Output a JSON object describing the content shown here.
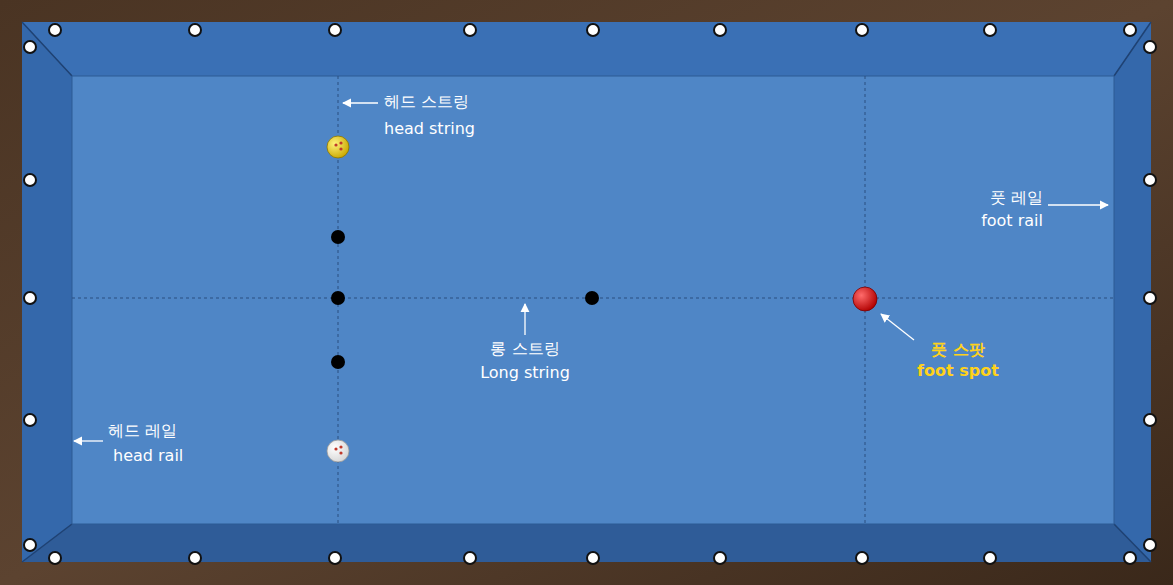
{
  "diagram": {
    "labels": [
      "헤드 스트링",
      "head string",
      "롱 스트링",
      "Long string",
      "헤드 레일",
      "head rail",
      "풋 레일",
      "foot rail",
      "풋 스팟",
      "foot spot"
    ]
  }
}
